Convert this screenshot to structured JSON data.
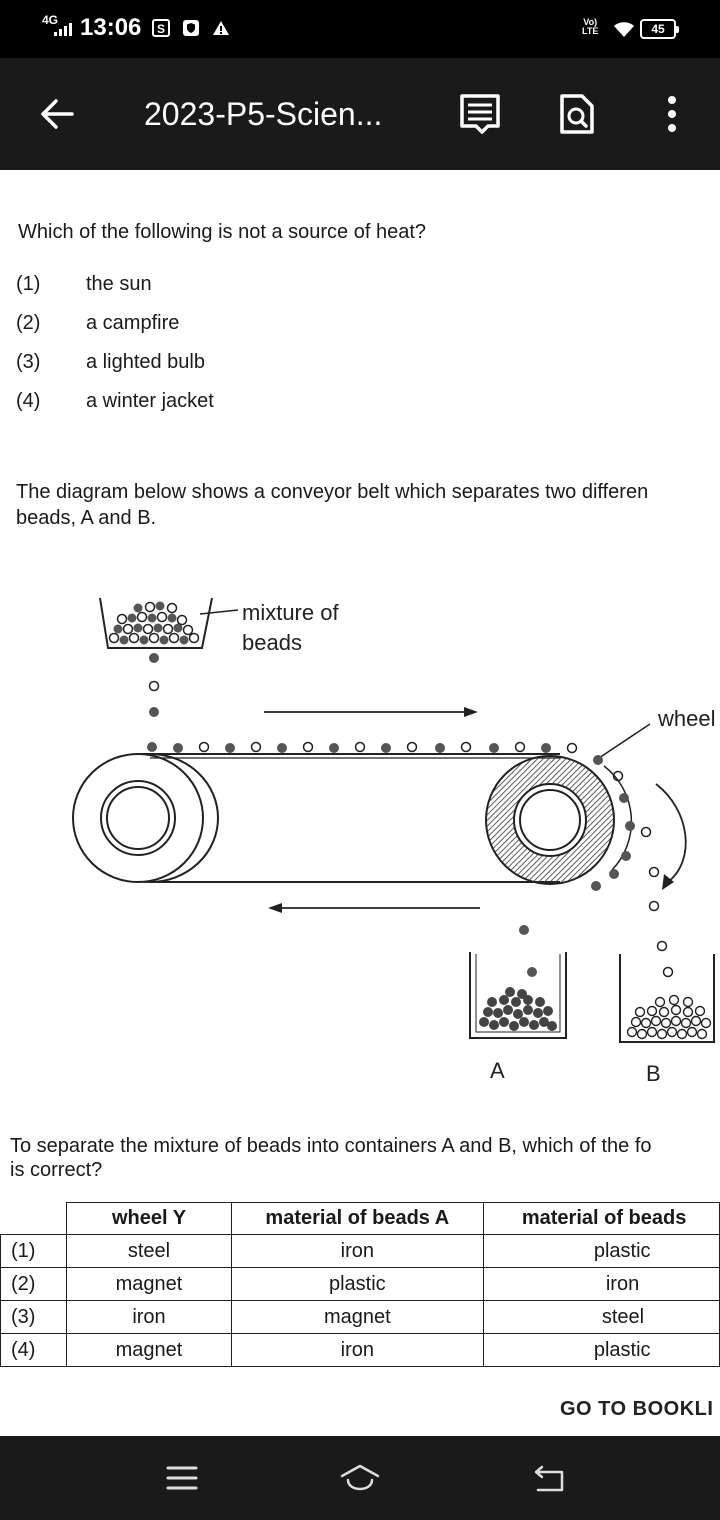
{
  "status": {
    "network": "4G",
    "time": "13:06",
    "volte_top": "Vo)",
    "volte_bottom": "LTE",
    "battery": "45"
  },
  "appbar": {
    "title": "2023-P5-Scien..."
  },
  "question1": {
    "prompt": "Which of the following is not a source of heat?",
    "options": [
      {
        "num": "(1)",
        "text": "the sun"
      },
      {
        "num": "(2)",
        "text": "a campfire"
      },
      {
        "num": "(3)",
        "text": "a lighted bulb"
      },
      {
        "num": "(4)",
        "text": "a winter jacket"
      }
    ]
  },
  "question2": {
    "intro_line1": "The diagram below shows a conveyor belt which separates two differen",
    "intro_line2": "beads, A and B.",
    "diagram": {
      "mixture_line1": "mixture of",
      "mixture_line2": "beads",
      "wheel_label": "wheel",
      "container_a": "A",
      "container_b": "B"
    },
    "question_line1": "To separate the mixture of beads into containers A and B, which of the fo",
    "question_line2": "is correct?",
    "table": {
      "headers": [
        "wheel Y",
        "material of beads A",
        "material of beads"
      ],
      "rows": [
        {
          "num": "(1)",
          "wheel": "steel",
          "a": "iron",
          "b": "plastic"
        },
        {
          "num": "(2)",
          "wheel": "magnet",
          "a": "plastic",
          "b": "iron"
        },
        {
          "num": "(3)",
          "wheel": "iron",
          "a": "magnet",
          "b": "steel"
        },
        {
          "num": "(4)",
          "wheel": "magnet",
          "a": "iron",
          "b": "plastic"
        }
      ]
    }
  },
  "footer": {
    "goto_label": "GO TO BOOKLI"
  }
}
